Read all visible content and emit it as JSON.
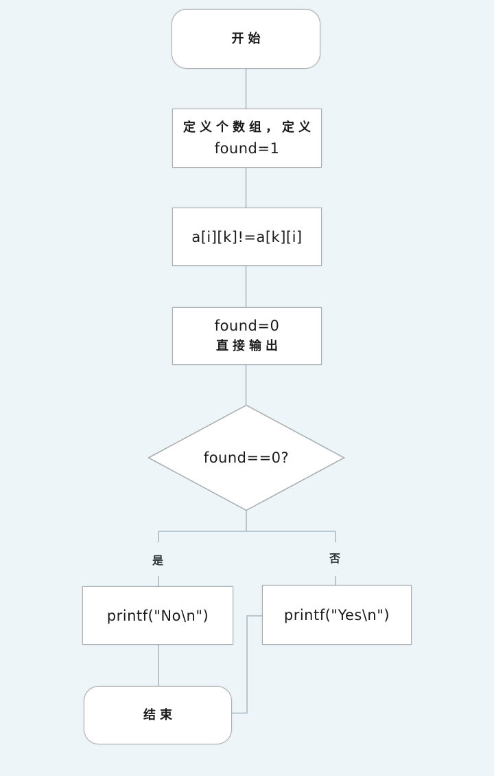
{
  "palette": {
    "background": "#edf5f8",
    "node_fill": "#ffffff",
    "node_border": "#a9abad",
    "connector": "#a7bac4",
    "text": "#1a1a1a"
  },
  "flowchart": {
    "nodes": {
      "start": {
        "label": "开始",
        "shape": "rounded"
      },
      "define": {
        "line1": "定义个数组，定义",
        "line2": "found=1",
        "shape": "rect"
      },
      "compare": {
        "label": "a[i][k]!=a[k][i]",
        "shape": "rect"
      },
      "setfound": {
        "line1": "found=0",
        "line2": "直接输出",
        "shape": "rect"
      },
      "decision": {
        "label": "found==0?",
        "shape": "diamond"
      },
      "print_no": {
        "label": "printf(\"No\\n\")",
        "shape": "rect"
      },
      "print_yes": {
        "label": "printf(\"Yes\\n\")",
        "shape": "rect"
      },
      "end": {
        "label": "结束",
        "shape": "rounded"
      }
    },
    "branches": {
      "yes_label": "是",
      "no_label": "否"
    }
  }
}
